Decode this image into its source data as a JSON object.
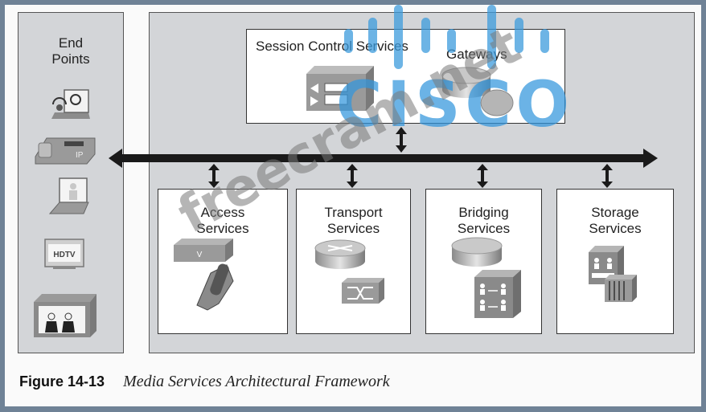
{
  "figure": {
    "number": "Figure 14-13",
    "title": "Media Services Architectural Framework"
  },
  "endpoints": {
    "title_line1": "End",
    "title_line2": "Points",
    "devices": [
      "video-softphone-icon",
      "ip-phone-icon",
      "laptop-video-icon",
      "hdtv-icon",
      "telepresence-icon"
    ],
    "hdtv_label": "HDTV",
    "ip_label": "IP"
  },
  "top_box": {
    "session_control": "Session Control Services",
    "gateways": "Gateways"
  },
  "services": [
    {
      "line1": "Access",
      "line2": "Services"
    },
    {
      "line1": "Transport",
      "line2": "Services"
    },
    {
      "line1": "Bridging",
      "line2": "Services"
    },
    {
      "line1": "Storage",
      "line2": "Services"
    }
  ],
  "watermarks": {
    "logo_text": "CISCO",
    "site_text": "freecram.net"
  }
}
